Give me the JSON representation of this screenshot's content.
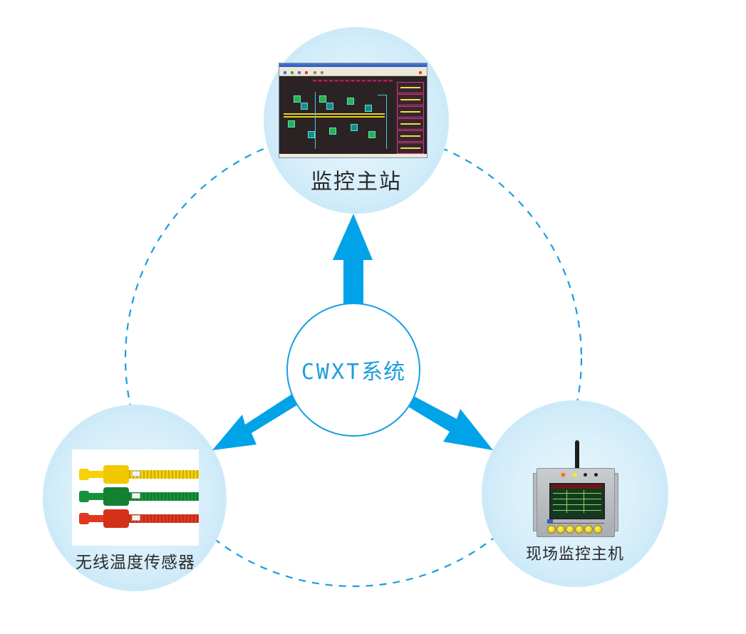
{
  "diagram": {
    "title": "CWXT系统",
    "center": {
      "label_latin": "CWXT",
      "label_cjk": "系统"
    },
    "nodes": [
      {
        "id": "monitoring-station",
        "label": "监控主站",
        "image": "monitoring-software-screenshot",
        "arrow_from_center": true
      },
      {
        "id": "wireless-temperature-sensor",
        "label": "无线温度传感器",
        "image": "sensor-product-photo",
        "arrow_from_center": true
      },
      {
        "id": "field-monitoring-host",
        "label": "现场监控主机",
        "image": "host-device-photo",
        "arrow_from_center": true
      }
    ],
    "ring": {
      "style": "dashed",
      "connects": [
        "monitoring-station",
        "field-monitoring-host",
        "wireless-temperature-sensor"
      ]
    },
    "sensor_colors": [
      "#f5d20a",
      "#17913a",
      "#e2371f"
    ],
    "colors": {
      "accent": "#1a9ee0",
      "arrow": "#00a3e8",
      "bubble": "#cfeaf8",
      "label": "#2a2a2a"
    }
  }
}
